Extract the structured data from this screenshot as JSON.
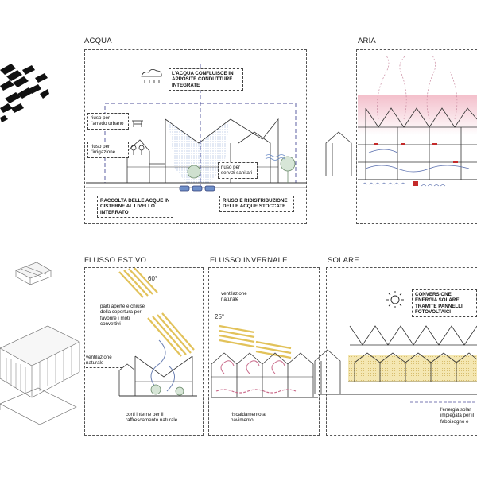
{
  "panels": {
    "acqua": {
      "title": "ACQUA",
      "notes": {
        "confluence": "L'ACQUA CONFLUISCE IN APPOSITE CONDUTTURE INTEGRATE",
        "urban": "riuso per l'arredo urbano",
        "irrigation": "riuso per l'irrigazione",
        "sanitary": "riuso per i servizi sanitari",
        "cisterns": "RACCOLTA DELLE ACQUE IN CISTERNE AL LIVELLO INTERRATO",
        "reuse": "RIUSO E RIDISTRIBUZIONE DELLE ACQUE STOCCATE"
      }
    },
    "aria": {
      "title": "ARIA"
    },
    "estivo": {
      "title": "FLUSSO ESTIVO",
      "angle": "60°",
      "notes": {
        "roof": "parti aperte e chiuse della copertura per favorire i moti convettivi",
        "vent": "ventilazione naturale",
        "courts": "corti interne per il raffrescamento naturale"
      }
    },
    "invernale": {
      "title": "FLUSSO INVERNALE",
      "angle": "25°",
      "notes": {
        "vent": "ventilazione naturale",
        "floor": "riscaldamento a pavimento"
      }
    },
    "solare": {
      "title": "SOLARE",
      "notes": {
        "conversion": "CONVERSIONE ENERGIA SOLARE TRAMITE PANNELLI FOTOVOLTAICI",
        "energy": "l'energia solar impiegata per il fabbisogno e"
      }
    }
  },
  "colors": {
    "water": "#6f8fc8",
    "air": "#d98aa8",
    "sun": "#e2c25a",
    "ink": "#333333"
  },
  "icons": [
    "rain-cloud-icon",
    "bench-icon",
    "tree-icon",
    "sun-icon",
    "solar-panel-icon"
  ]
}
